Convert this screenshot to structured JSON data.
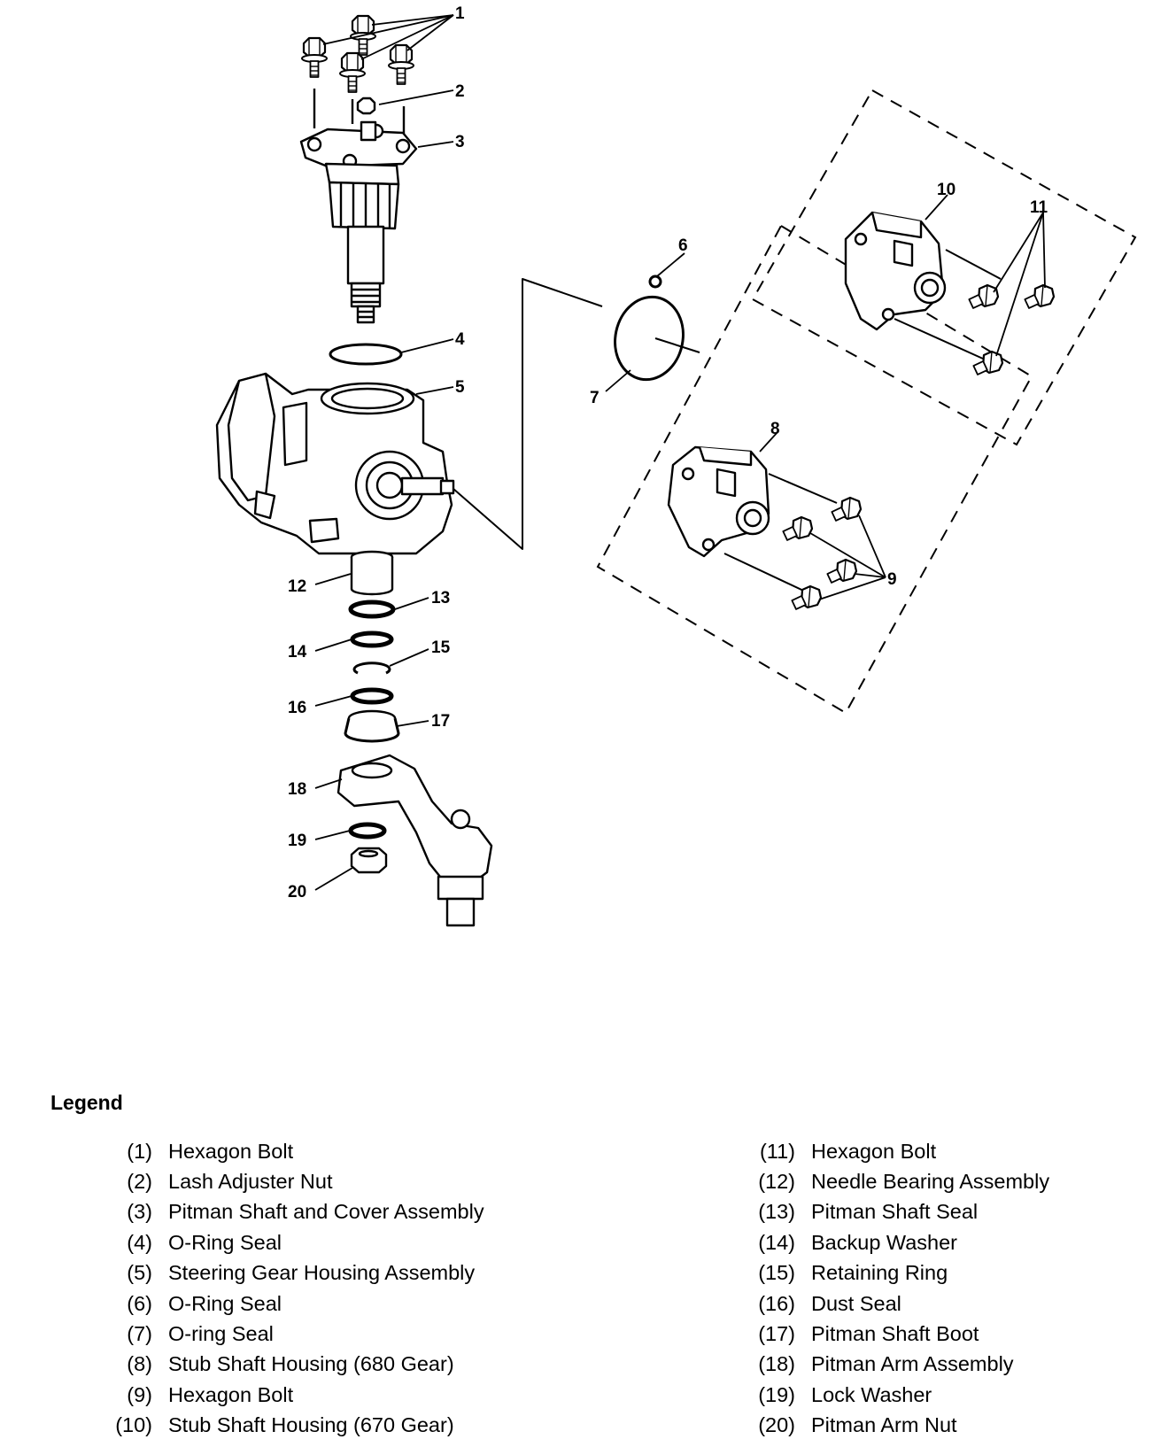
{
  "callouts": [
    "1",
    "2",
    "3",
    "4",
    "5",
    "6",
    "7",
    "8",
    "9",
    "10",
    "11",
    "12",
    "13",
    "14",
    "15",
    "16",
    "17",
    "18",
    "19",
    "20"
  ],
  "legend": {
    "title": "Legend",
    "left": [
      {
        "num": "(1)",
        "label": "Hexagon Bolt"
      },
      {
        "num": "(2)",
        "label": "Lash Adjuster Nut"
      },
      {
        "num": "(3)",
        "label": "Pitman Shaft and Cover Assembly"
      },
      {
        "num": "(4)",
        "label": "O-Ring Seal"
      },
      {
        "num": "(5)",
        "label": "Steering Gear Housing Assembly"
      },
      {
        "num": "(6)",
        "label": "O-Ring Seal"
      },
      {
        "num": "(7)",
        "label": "O-ring Seal"
      },
      {
        "num": "(8)",
        "label": "Stub Shaft Housing (680 Gear)"
      },
      {
        "num": "(9)",
        "label": "Hexagon Bolt"
      },
      {
        "num": "(10)",
        "label": "Stub Shaft Housing (670 Gear)"
      }
    ],
    "right": [
      {
        "num": "(11)",
        "label": "Hexagon Bolt"
      },
      {
        "num": "(12)",
        "label": "Needle Bearing Assembly"
      },
      {
        "num": "(13)",
        "label": "Pitman Shaft Seal"
      },
      {
        "num": "(14)",
        "label": "Backup Washer"
      },
      {
        "num": "(15)",
        "label": "Retaining Ring"
      },
      {
        "num": "(16)",
        "label": "Dust Seal"
      },
      {
        "num": "(17)",
        "label": "Pitman Shaft Boot"
      },
      {
        "num": "(18)",
        "label": "Pitman Arm Assembly"
      },
      {
        "num": "(19)",
        "label": "Lock Washer"
      },
      {
        "num": "(20)",
        "label": "Pitman Arm Nut"
      }
    ]
  }
}
